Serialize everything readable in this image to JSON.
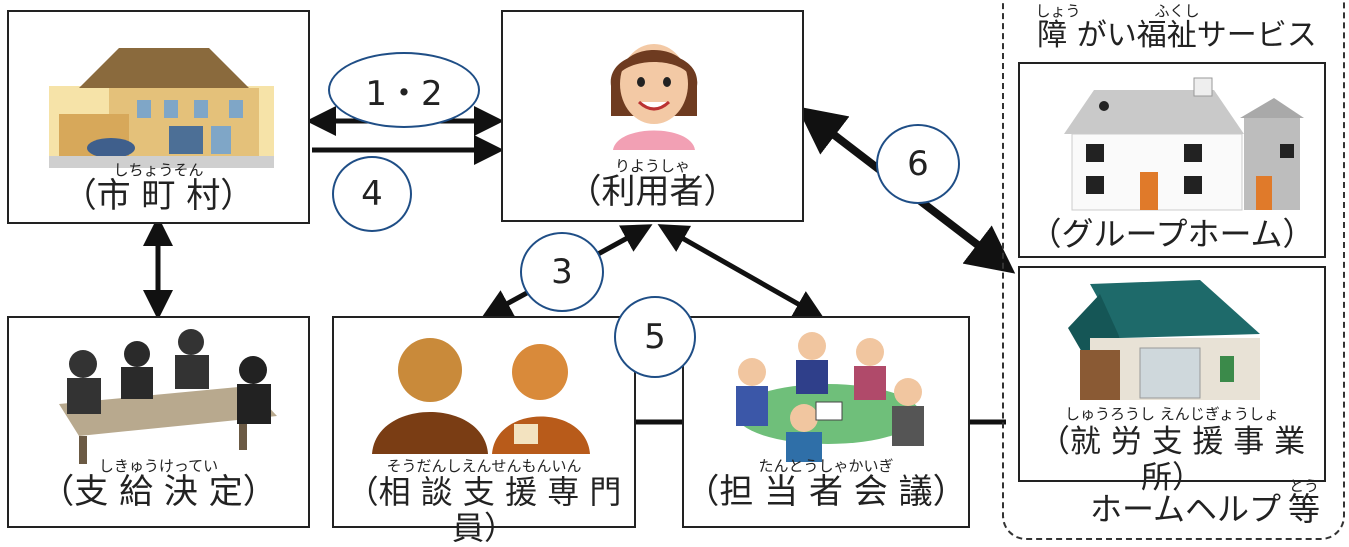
{
  "nodes": {
    "municipality": {
      "ruby": "しちょうそん",
      "label": "（市 町 村）"
    },
    "user": {
      "ruby": "りようしゃ",
      "label": "（利用者）"
    },
    "benefit": {
      "ruby": "しきゅうけってい",
      "label": "（支 給 決 定）"
    },
    "consultant": {
      "ruby": "そうだんしえんせんもんいん",
      "label": "（相 談 支 援 専 門 員）"
    },
    "meeting": {
      "ruby": "たんとうしゃかいぎ",
      "label": "（担 当 者 会 議）"
    },
    "grouphome": {
      "label": "（グループホーム）"
    },
    "work_support": {
      "ruby": "しゅうろうし えんじぎょうしょ",
      "label": "（就 労 支 援 事 業 所）"
    }
  },
  "service_group": {
    "ruby_sho": "しょう",
    "ruby_fukushi": "ふくし",
    "title": "障 がい福祉サービス",
    "footer": "ホームヘルプ",
    "footer_to": "等",
    "footer_ruby": "とう"
  },
  "steps": {
    "s12": "1・2",
    "s4": "4",
    "s3": "3",
    "s5": "5",
    "s6": "6"
  },
  "colors": {
    "line": "#111111",
    "oval_border": "#1f4e86",
    "box_border": "#222222"
  }
}
